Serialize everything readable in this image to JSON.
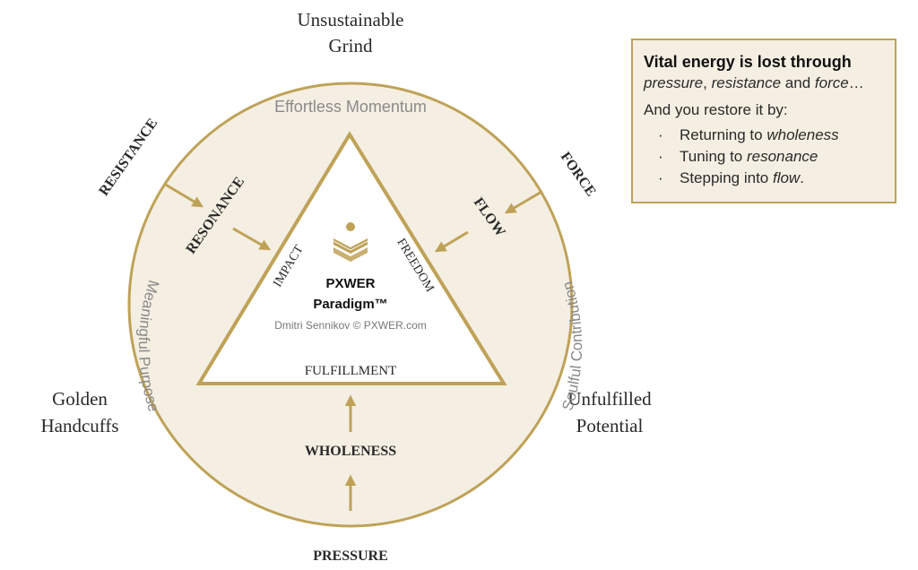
{
  "outer": {
    "top": [
      "Unsustainable",
      "Grind"
    ],
    "left": [
      "Golden",
      "Handcuffs"
    ],
    "right": [
      "Unfulfilled",
      "Potential"
    ],
    "bottom": "PRESSURE",
    "resistance": "RESISTANCE",
    "force": "FORCE"
  },
  "ring": {
    "top": "Effortless Momentum",
    "left": "Meaningful Purpose",
    "right": "Soulful Contribution"
  },
  "inner": {
    "resonance": "RESONANCE",
    "flow": "FLOW",
    "wholeness": "WHOLENESS"
  },
  "triangle": {
    "left_side": "IMPACT",
    "right_side": "FREEDOM",
    "base": "FULFILLMENT",
    "brand_line1": "PXWER",
    "brand_line2": "Paradigm™",
    "credit": "Dmitri Sennikov © PXWER.com",
    "logo_icon": "pxwer-chevron-logo-icon"
  },
  "callout": {
    "headline": "Vital energy is lost through",
    "losses": {
      "a": "pressure",
      "sep1": ", ",
      "b": "resistance",
      "sep2": " and ",
      "c": "force",
      "end": "…"
    },
    "lead": "And you restore it by:",
    "items": [
      {
        "bullet": "·",
        "text": "Returning to ",
        "em": "wholeness",
        "end": ""
      },
      {
        "bullet": "·",
        "text": "Tuning to ",
        "em": "resonance",
        "end": ""
      },
      {
        "bullet": "·",
        "text": "Stepping into ",
        "em": "flow",
        "end": "."
      }
    ]
  },
  "colors": {
    "gold": "#bfa258",
    "gold_dark": "#a88a3f",
    "ring_fill": "#f4efe2",
    "text": "#2a2a2a",
    "ring_text": "#8a8a8a"
  }
}
